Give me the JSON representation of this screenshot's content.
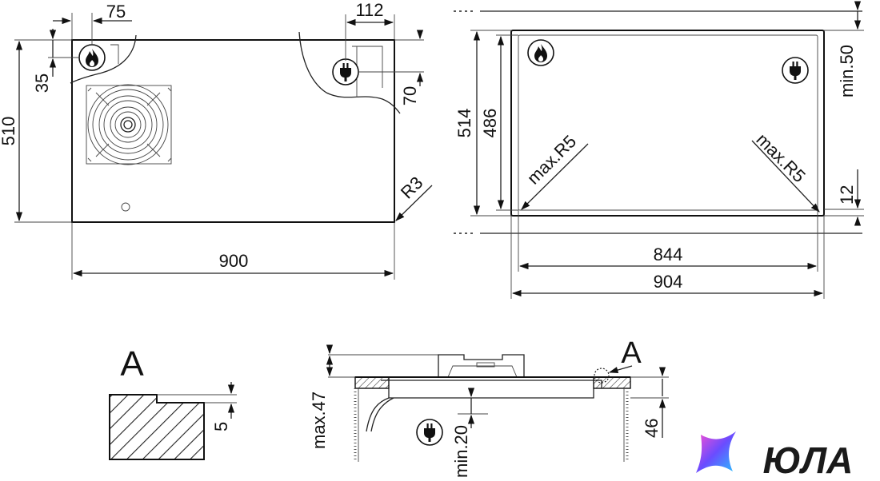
{
  "top_view": {
    "width": "900",
    "height": "510",
    "gas_offset_x": "75",
    "gas_offset_y": "35",
    "electric_offset_x": "112",
    "electric_offset_y": "70",
    "corner_radius": "R3"
  },
  "cutout_view": {
    "outer_width": "904",
    "inner_width": "844",
    "outer_height": "514",
    "inner_height": "486",
    "corner_radius_left": "max.R5",
    "corner_radius_right": "max.R5",
    "min_clearance": "min.50",
    "edge_margin": "12"
  },
  "detail_a": {
    "label": "A",
    "depth": "5"
  },
  "side_view": {
    "detail_marker": "A",
    "max_height": "max.47",
    "min_under": "min.20",
    "depth": "46"
  },
  "icons": {
    "gas": "flame-icon",
    "power": "plug-icon"
  },
  "logo": {
    "text": "ЮЛА",
    "colors": [
      "#6a4cff",
      "#27c2ff",
      "#ff4fd0"
    ]
  }
}
